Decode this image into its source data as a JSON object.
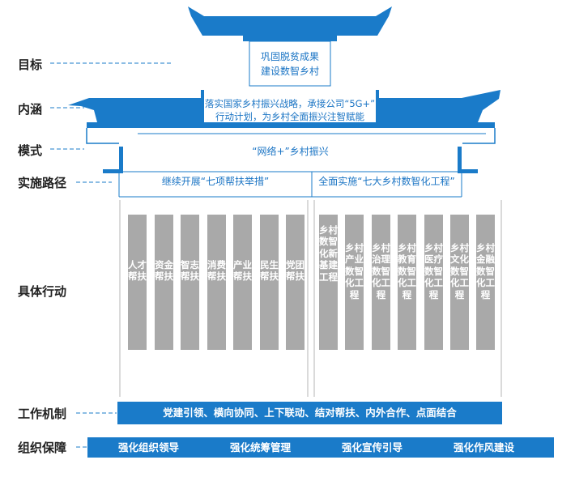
{
  "labels": {
    "goal": "目标",
    "connotation": "内涵",
    "mode": "模式",
    "path": "实施路径",
    "actions": "具体行动",
    "mechanism": "工作机制",
    "guarantee": "组织保障"
  },
  "goal": {
    "line1": "巩固脱贫成果",
    "line2": "建设数智乡村"
  },
  "connotation": {
    "line1": "落实国家乡村振兴战略，承接公司“5G+”",
    "line2": "行动计划，为乡村全面振兴注智赋能"
  },
  "mode": {
    "text": "“网络+”乡村振兴"
  },
  "path": {
    "left": "继续开展“七项帮扶举措”",
    "right": "全面实施“七大乡村数智化工程”"
  },
  "actions": {
    "left": [
      "人才帮扶",
      "资金帮扶",
      "智志帮扶",
      "消费帮扶",
      "产业帮扶",
      "民生帮扶",
      "党团帮扶"
    ],
    "right": [
      "乡村数智化新基建工程",
      "乡村产业数智化工程",
      "乡村治理数智化工程",
      "乡村教育数智化工程",
      "乡村医疗数智化工程",
      "乡村文化数智化工程",
      "乡村金融数智化工程"
    ]
  },
  "mechanism": {
    "text": "党建引领、横向协同、上下联动、结对帮扶、内外合作、点面结合"
  },
  "guarantee": {
    "items": [
      "强化组织领导",
      "强化统筹管理",
      "强化宣传引导",
      "强化作风建设"
    ]
  },
  "colors": {
    "blue": "#1a7bc9",
    "gray": "#a9a9a9"
  }
}
